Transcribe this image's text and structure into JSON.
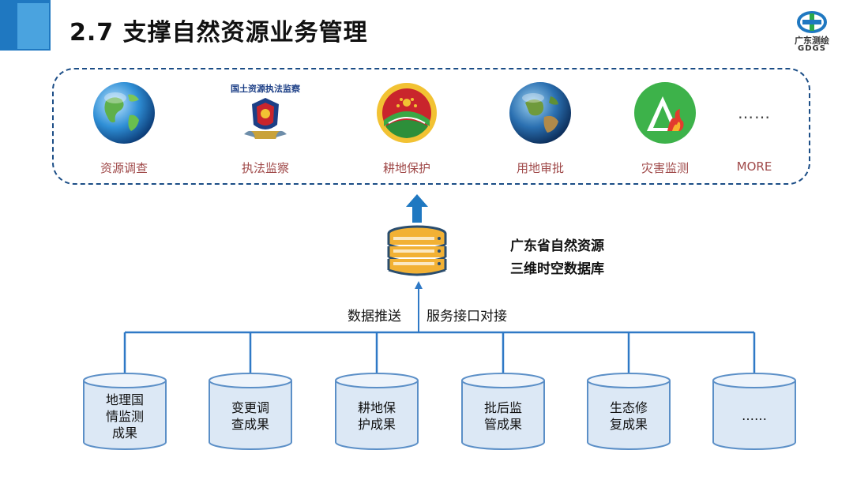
{
  "slide": {
    "title": "2.7 支撑自然资源业务管理",
    "logo_text": "广东测绘",
    "logo_sub": "GDGS"
  },
  "apps": [
    {
      "label": "资源调查",
      "icon": "globe-icon"
    },
    {
      "label": "执法监察",
      "icon": "enforcement-emblem-icon"
    },
    {
      "label": "耕地保护",
      "icon": "farmland-protection-emblem-icon"
    },
    {
      "label": "用地审批",
      "icon": "earth-icon"
    },
    {
      "label": "灾害监测",
      "icon": "disaster-icon"
    },
    {
      "label": "MORE",
      "icon": "ellipsis-icon",
      "icon_text": "……"
    }
  ],
  "emblem_text": "国土资源执法监察",
  "database": {
    "line1": "广东省自然资源",
    "line2": "三维时空数据库"
  },
  "connector": {
    "left": "数据推送",
    "right": "服务接口对接"
  },
  "sources": [
    {
      "lines": [
        "地理国",
        "情监测",
        "成果"
      ]
    },
    {
      "lines": [
        "变更调",
        "查成果"
      ]
    },
    {
      "lines": [
        "耕地保",
        "护成果"
      ]
    },
    {
      "lines": [
        "批后监",
        "管成果"
      ]
    },
    {
      "lines": [
        "生态修",
        "复成果"
      ]
    },
    {
      "lines": [
        "……"
      ]
    }
  ],
  "colors": {
    "accent_blue": "#1f78c1",
    "frame": "#1b4d86",
    "label_red": "#a04a4a",
    "cylinder_fill": "#dce8f5",
    "cylinder_stroke": "#5b8fc7",
    "line_blue": "#2f79c6",
    "db_gold": "#f2b134",
    "db_dark": "#2a4d6e"
  }
}
